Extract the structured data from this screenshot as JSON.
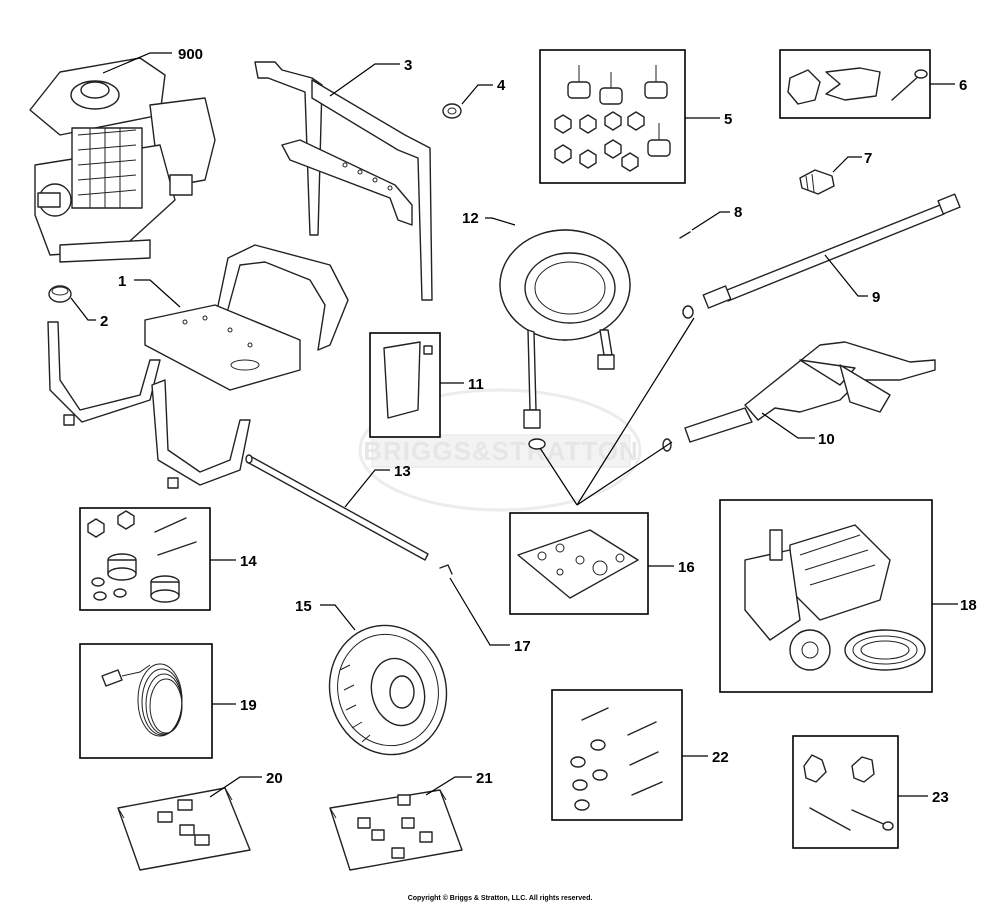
{
  "watermark": "BRIGGS&STRATTON",
  "copyright": "Copyright © Briggs & Stratton, LLC. All rights reserved.",
  "callouts": {
    "c900": "900",
    "c1": "1",
    "c2": "2",
    "c3": "3",
    "c4": "4",
    "c5": "5",
    "c6": "6",
    "c7": "7",
    "c8": "8",
    "c9": "9",
    "c10": "10",
    "c11": "11",
    "c12": "12",
    "c13": "13",
    "c14": "14",
    "c15": "15",
    "c16": "16",
    "c17": "17",
    "c18": "18",
    "c19": "19",
    "c20": "20",
    "c21": "21",
    "c22": "22",
    "c23": "23"
  }
}
